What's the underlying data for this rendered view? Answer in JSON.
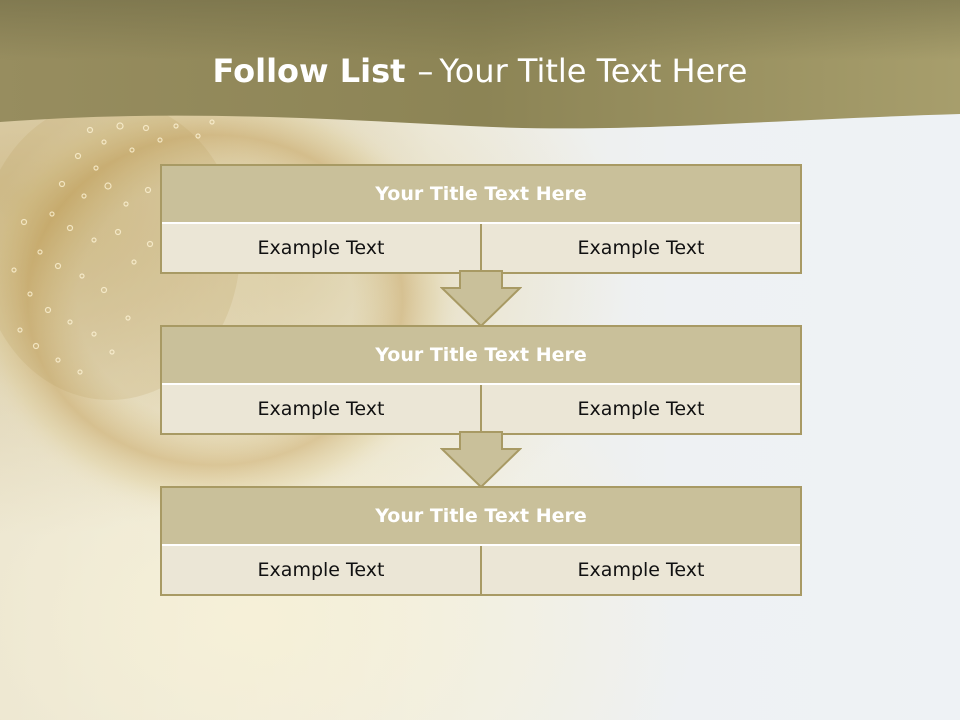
{
  "slide": {
    "title_bold": "Follow List",
    "title_dash": "–",
    "title_rest": "Your Title Text Here",
    "blocks": [
      {
        "title": "Your Title Text Here",
        "left": "Example Text",
        "right": "Example Text"
      },
      {
        "title": "Your Title Text Here",
        "left": "Example Text",
        "right": "Example Text"
      },
      {
        "title": "Your Title Text Here",
        "left": "Example Text",
        "right": "Example Text"
      }
    ]
  },
  "colors": {
    "header_band": "#9c9464",
    "box_title_fill": "#c9c09a",
    "box_border": "#a89a64",
    "cell_fill": "#ebe6d6",
    "arrow_fill": "#c9c09a"
  },
  "icons": {
    "connector": "down-arrow-icon"
  }
}
